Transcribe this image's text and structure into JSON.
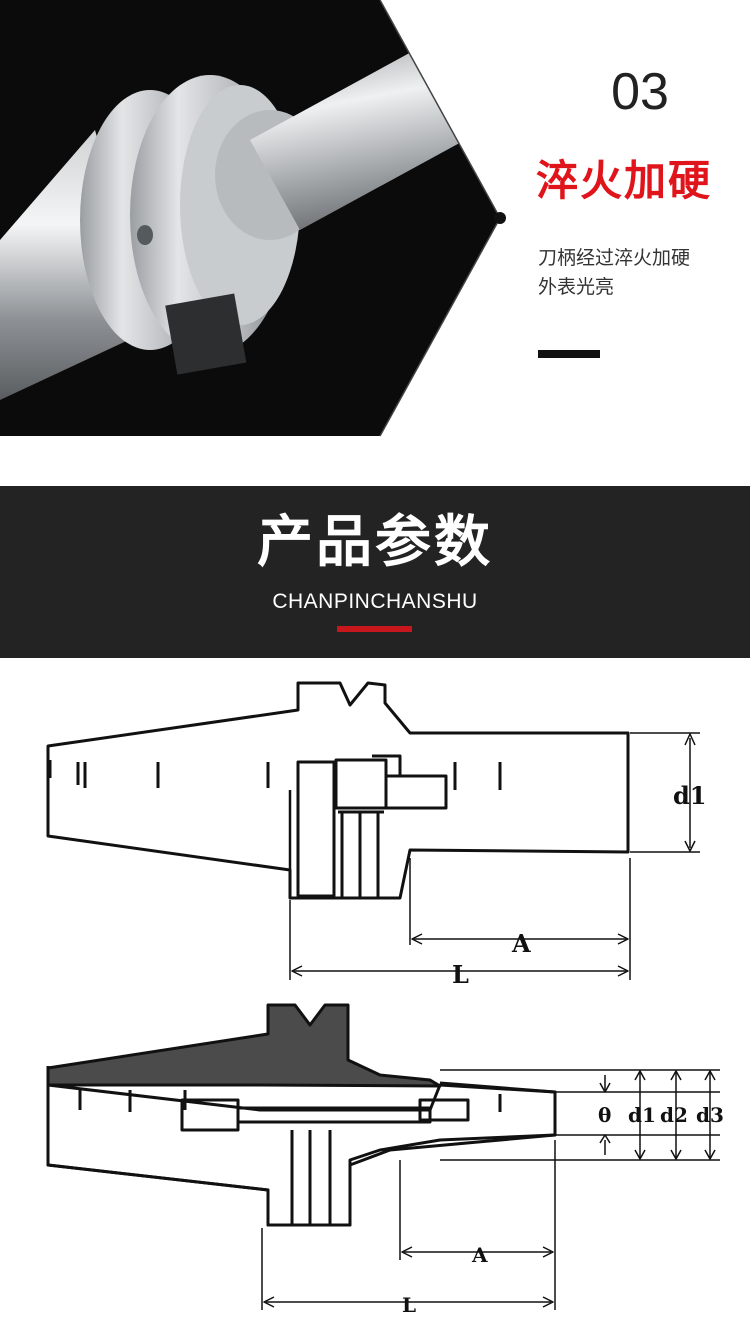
{
  "feature": {
    "number": "03",
    "title": "淬火加硬",
    "description_lines": [
      "刀柄经过淬火加硬",
      "外表光亮"
    ],
    "accent_color": "#e0141b"
  },
  "section": {
    "title": "产品参数",
    "subtitle": "CHANPINCHANSHU",
    "accent_color": "#c8161d"
  },
  "diagram_top": {
    "labels": {
      "d1": "d1",
      "A": "A",
      "L": "L"
    }
  },
  "diagram_bottom": {
    "labels": {
      "theta": "θ",
      "d1": "d1",
      "d2": "d2",
      "d3": "d3",
      "A": "A",
      "L": "L"
    }
  }
}
